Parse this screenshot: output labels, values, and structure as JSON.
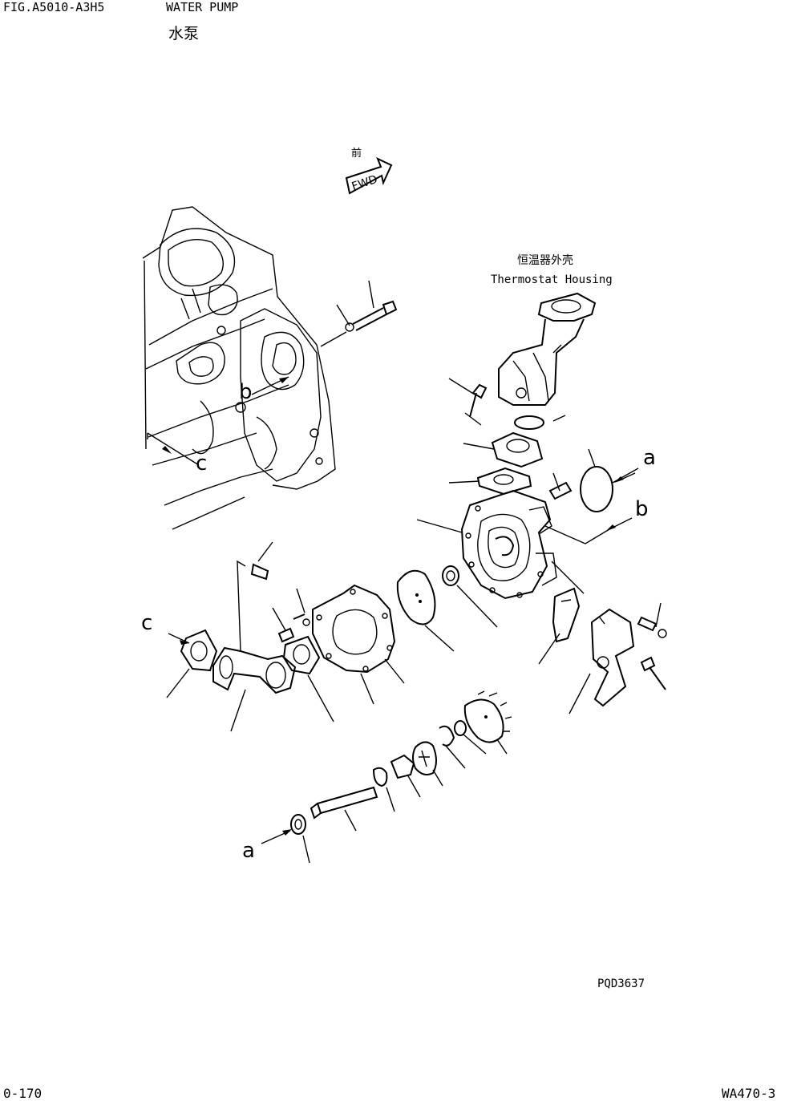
{
  "header": {
    "fig_code": "FIG.A5010-A3H5",
    "title_en": "WATER PUMP",
    "title_cn": "水泵"
  },
  "fwd_marker": {
    "label_cn": "前",
    "label": "FWD"
  },
  "thermostat": {
    "label_cn": "恒温器外壳",
    "label_en": "Thermostat Housing"
  },
  "callouts": {
    "a": "a",
    "b": "b",
    "c": "c"
  },
  "footer": {
    "drawing_no": "PQD3637",
    "page_no": "0-170",
    "model": "WA470-3"
  }
}
